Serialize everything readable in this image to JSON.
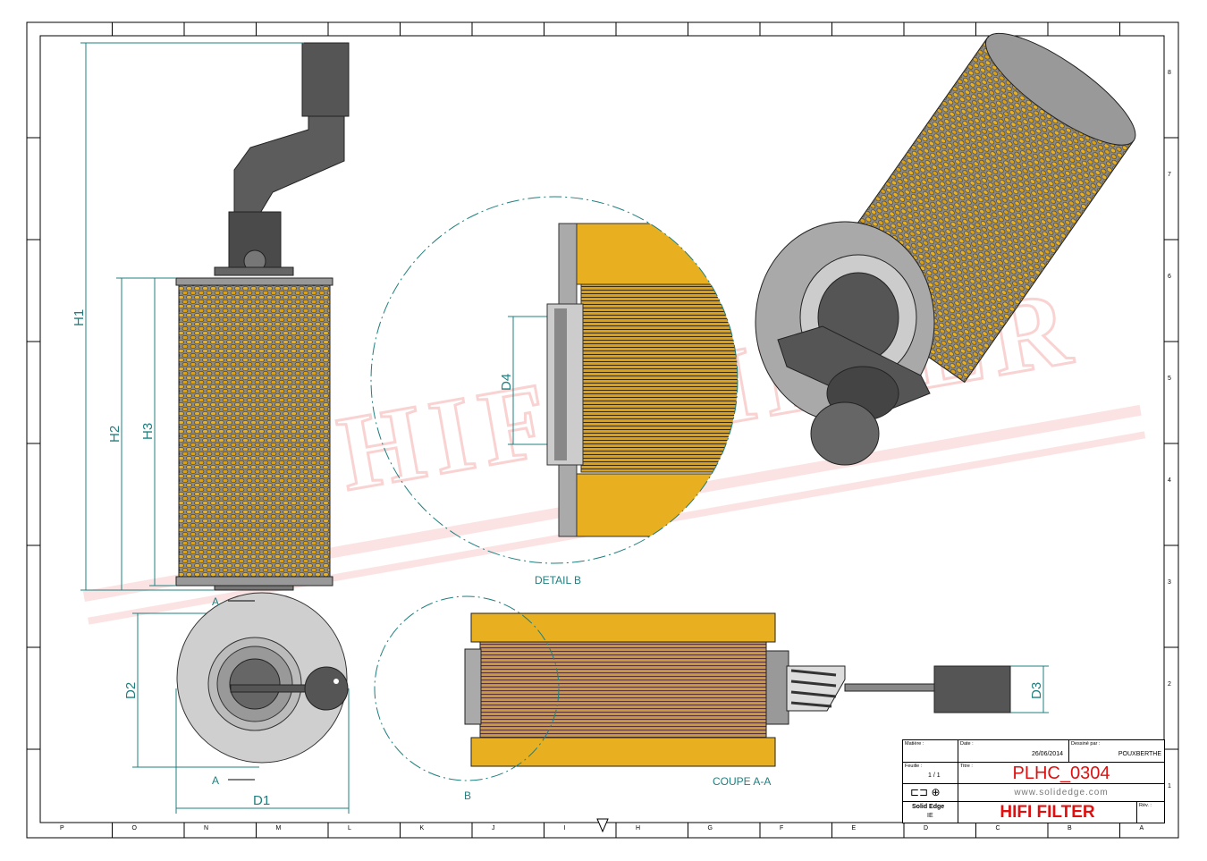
{
  "border": {
    "bottom_letters": [
      "P",
      "O",
      "N",
      "M",
      "L",
      "K",
      "J",
      "I",
      "H",
      "G",
      "F",
      "E",
      "D",
      "C",
      "B",
      "A"
    ],
    "side_numbers": [
      "8",
      "7",
      "6",
      "5",
      "4",
      "3",
      "2",
      "1"
    ]
  },
  "dimensions": {
    "h1": "H1",
    "h2": "H2",
    "h3": "H3",
    "d1": "D1",
    "d2": "D2",
    "d3": "D3",
    "d4": "D4"
  },
  "views": {
    "detail_label": "DETAIL B",
    "section_label": "COUPE A-A",
    "section_marker": "A",
    "detail_marker": "B"
  },
  "watermark": "HIFI FILTER",
  "title_block": {
    "material_label": "Matière :",
    "date_label": "Date :",
    "date": "26/06/2014",
    "drawn_by_label": "Dessiné par :",
    "drawn_by": "POUXBERTHE",
    "sheet_label": "Feuille :",
    "sheet": "1 / 1",
    "title_label": "Titre :",
    "title": "PLHC_0304",
    "website": "www.solidedge.com",
    "software": "Solid Edge",
    "software_sub": "IE",
    "brand": "HIFI FILTER",
    "rev_label": "Rév. :"
  },
  "colors": {
    "accent": "#e01010",
    "dimension": "#1f7f7f",
    "filter_media": "#e8b020"
  }
}
